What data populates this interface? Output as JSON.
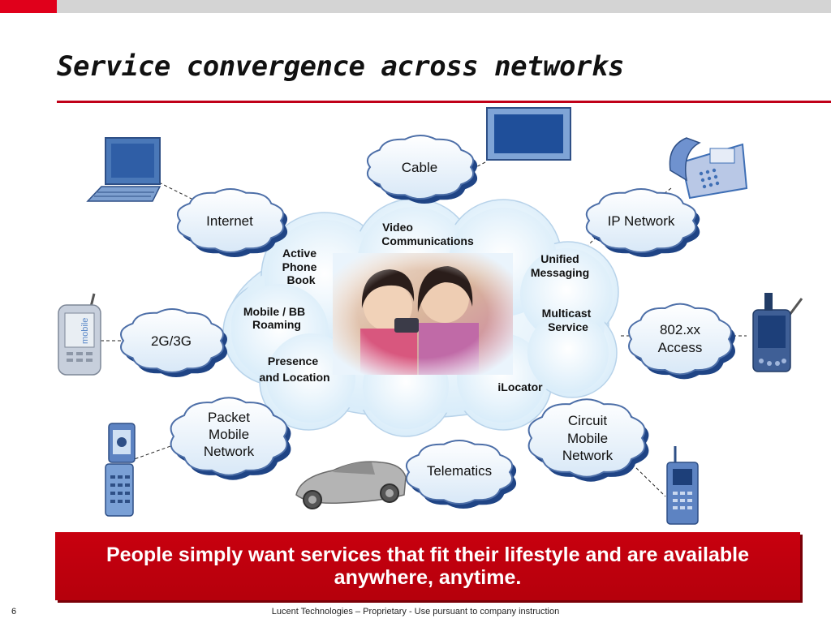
{
  "slide": {
    "title": "Service convergence across networks",
    "banner": "People simply want services that fit their lifestyle and are available anywhere, anytime.",
    "page_number": "6",
    "footer": "Lucent Technologies – Proprietary - Use pursuant to company instruction"
  },
  "networks": {
    "cable": "Cable",
    "internet": "Internet",
    "ip_network": "IP Network",
    "g2g3": "2G/3G",
    "access_802": [
      "802.xx",
      "Access"
    ],
    "packet_mobile": [
      "Packet",
      "Mobile",
      "Network"
    ],
    "circuit_mobile": [
      "Circuit",
      "Mobile",
      "Network"
    ],
    "telematics": "Telematics"
  },
  "services": {
    "video": [
      "Video",
      "Communications"
    ],
    "phone_book": [
      "Active",
      "Phone",
      "Book"
    ],
    "unified": [
      "Unified",
      "Messaging"
    ],
    "roaming": [
      "Mobile / BB",
      "Roaming"
    ],
    "multicast": [
      "Multicast",
      "Service"
    ],
    "presence": [
      "Presence",
      "and Location"
    ],
    "ilocator": "iLocator"
  },
  "devices": {
    "phone_watermark": "mobile"
  },
  "colors": {
    "accent_red": "#c00018",
    "cloud_outline": "#2b4f8f",
    "device_blue": "#3f6fb5"
  }
}
